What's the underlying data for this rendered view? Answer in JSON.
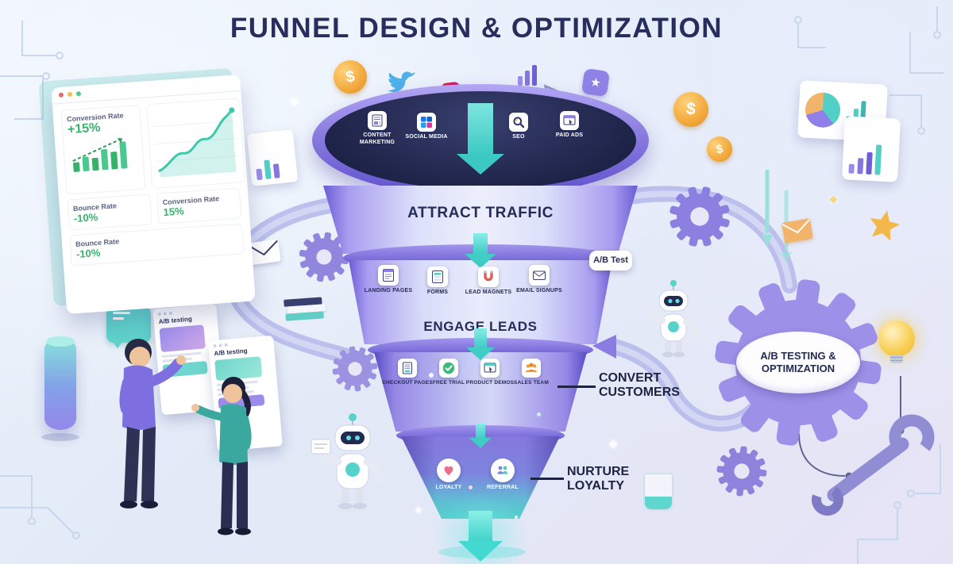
{
  "title": "FUNNEL DESIGN & OPTIMIZATION",
  "analytics_panel": {
    "top_metric": {
      "label": "Conversion Rate",
      "value": "+15%"
    },
    "mid_metric": {
      "label": "Bounce Rate",
      "value": "-10%"
    },
    "bottom_left_metric": {
      "label": "Conversion Rate",
      "value": "15%"
    },
    "bottom_right_metric": {
      "label": "Bounce Rate",
      "value": "-10%"
    }
  },
  "funnel": {
    "stages": [
      {
        "name": "ATTRACT TRAFFIC",
        "items": [
          "CONTENT MARKETING",
          "SOCIAL MEDIA",
          "SEO",
          "PAID ADS"
        ]
      },
      {
        "name": "ENGAGE LEADS",
        "badge": "A/B Test",
        "items": [
          "LANDING PAGES",
          "FORMS",
          "LEAD MAGNETS",
          "EMAIL SIGNUPS"
        ]
      },
      {
        "name": "CONVERT CUSTOMERS",
        "items": [
          "CHECKOUT PAGES",
          "FREE TRIAL",
          "PRODUCT DEMOS",
          "SALES TEAM"
        ]
      },
      {
        "name": "NURTURE LOYALTY",
        "items": [
          "LOYALTY",
          "REFERRAL"
        ]
      }
    ]
  },
  "gear_label": "A/B TESTING & OPTIMIZATION",
  "boards": {
    "board1": "A/B testing",
    "board2": "A/B testing"
  },
  "glyphs": {
    "dollar": "$",
    "star": "★"
  },
  "colors": {
    "purple": "#7a6ce0",
    "teal": "#45d2ca",
    "navy": "#232a57",
    "green": "#35b36a",
    "orange": "#f2a950"
  }
}
